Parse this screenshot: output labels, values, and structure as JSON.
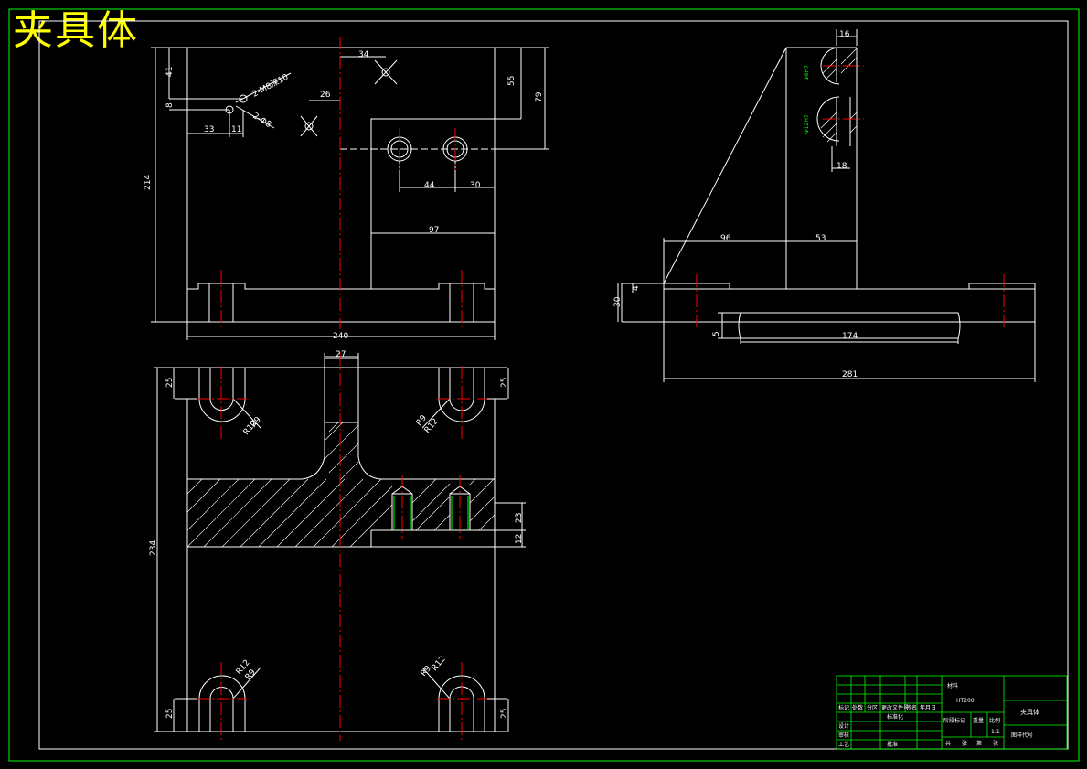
{
  "title": "夹具体",
  "front_view": {
    "dims": {
      "d34": "34",
      "d41": "41",
      "d8": "8",
      "thread_note": "2-M8深10",
      "hole_note": "2-Φ8",
      "d26": "26",
      "d55": "55",
      "d79": "79",
      "d33": "33",
      "d11": "11",
      "d214": "214",
      "d44": "44",
      "d30": "30",
      "d97": "97",
      "d240": "240"
    }
  },
  "side_view": {
    "dims": {
      "d16": "16",
      "tol1": "Φ8H7",
      "tol2": "Φ12H7",
      "d18": "18",
      "d96": "96",
      "d53": "53",
      "d4": "4",
      "d30": "30",
      "d5": "5",
      "d174": "174",
      "d281": "281"
    }
  },
  "plan_view": {
    "dims": {
      "d27": "27",
      "d25_tl": "25",
      "d25_tr": "25",
      "r9_tl": "R9",
      "r12_tl": "R12",
      "r9_tr": "R9",
      "r12_tr": "R12",
      "d234": "234",
      "d23": "23",
      "d12": "12",
      "r12_bl": "R12",
      "r9_bl": "R9",
      "r9_br": "R9",
      "r12_br": "R12",
      "d25_bl": "25",
      "d25_br": "25"
    }
  },
  "title_block": {
    "material": "材料",
    "material_value": "HT200",
    "part_name": "夹具体",
    "drawing_no": "图样代号",
    "scale": "1:1",
    "row_labels": [
      "标记",
      "设计",
      "审核",
      "工艺"
    ],
    "col_labels": [
      "处数",
      "分区",
      "更改文件号",
      "签名",
      "年月日"
    ],
    "stage_labels": [
      "阶段标记",
      "重量",
      "比例"
    ],
    "sheet_labels": [
      "共",
      "张",
      "第",
      "张"
    ],
    "std_label": "标准化",
    "approve_label": "批准"
  }
}
